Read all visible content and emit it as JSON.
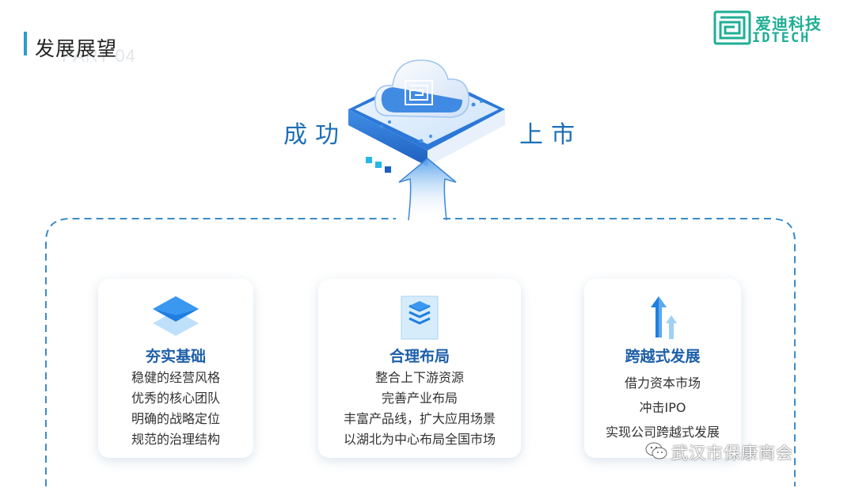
{
  "header": {
    "title": "发展展望",
    "part_label": "PART 04"
  },
  "logo": {
    "name_cn": "爱迪科技",
    "name_en": "IDTECH",
    "color": "#1fae95"
  },
  "hero": {
    "left_text": "成功",
    "right_text": "上市",
    "icons": [
      "cloud-server-icon",
      "up-arrow-icon"
    ]
  },
  "cards": [
    {
      "icon": "layers-icon",
      "title": "夯实基础",
      "lines": [
        "稳健的经营风格",
        "优秀的核心团队",
        "明确的战略定位",
        "规范的治理结构"
      ]
    },
    {
      "icon": "stack-box-icon",
      "title": "合理布局",
      "lines": [
        "整合上下游资源",
        "完善产业布局",
        "丰富产品线，扩大应用场景",
        "以湖北为中心布局全国市场"
      ]
    },
    {
      "icon": "growth-arrows-icon",
      "title": "跨越式发展",
      "lines": [
        "借力资本市场",
        "冲击IPO",
        "实现公司跨越式发展"
      ]
    }
  ],
  "watermark": {
    "icon": "wechat-icon",
    "text": "武汉市保康商会"
  },
  "colors": {
    "accent": "#2a9fc7",
    "title_blue": "#1d5fa8",
    "hero_blue": "#1d6fb8",
    "frame": "#3a8cc8"
  }
}
